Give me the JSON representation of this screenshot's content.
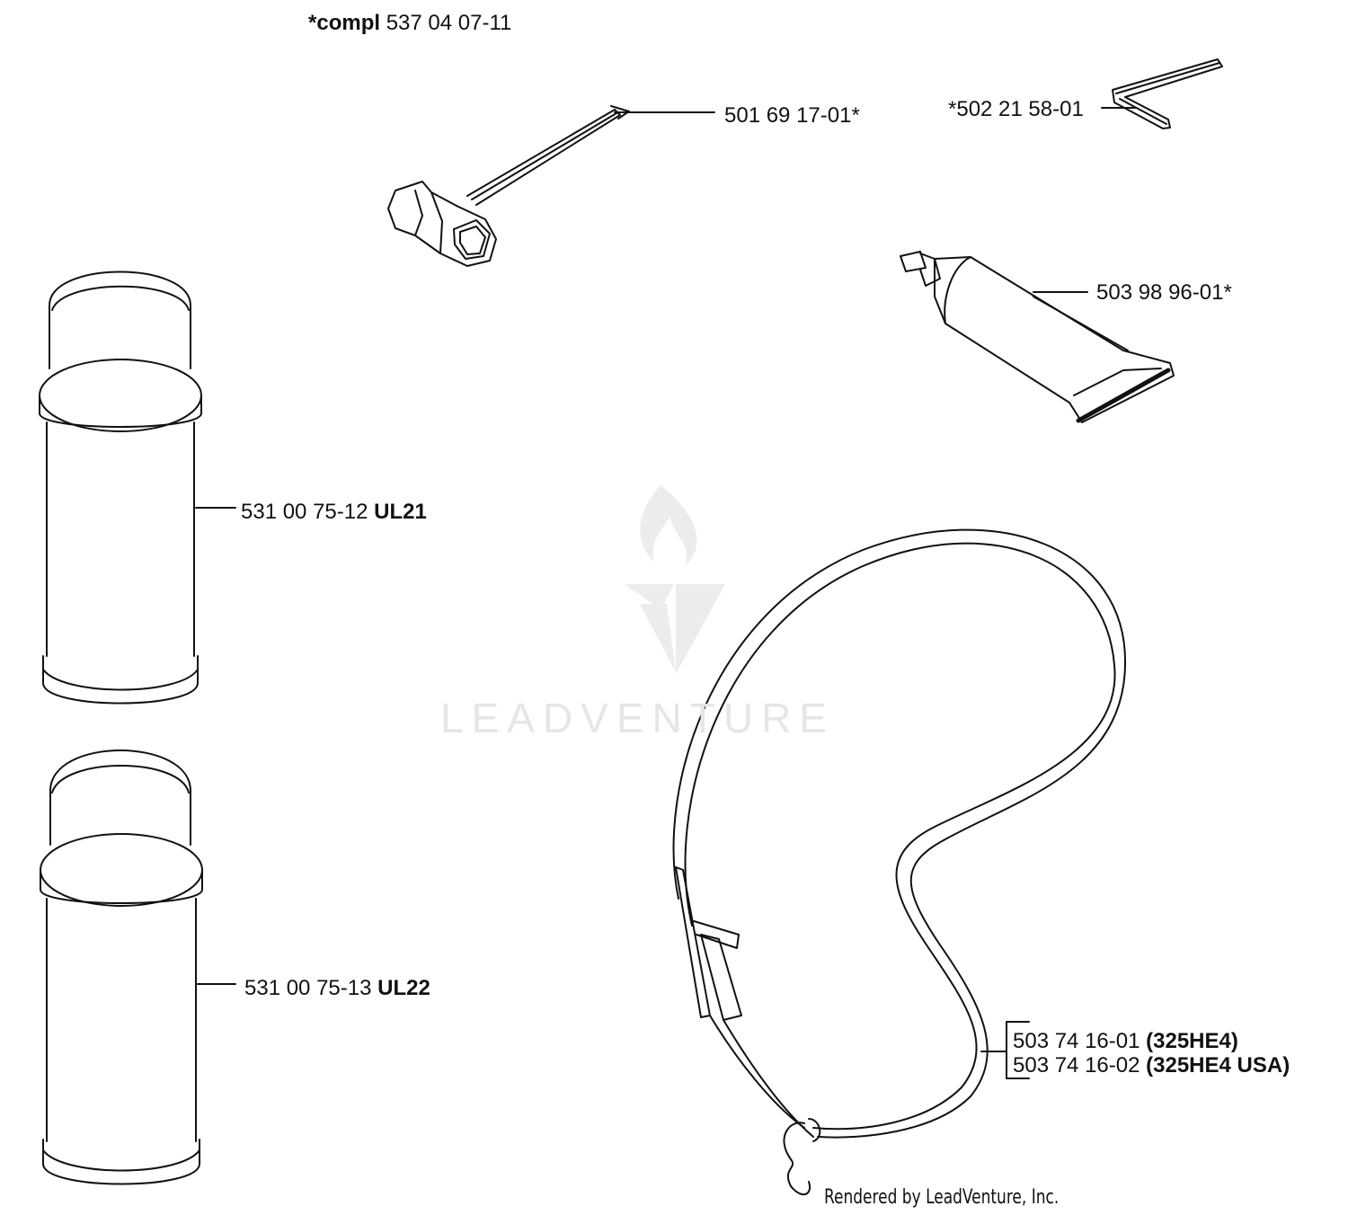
{
  "header": {
    "prefix": "*compl",
    "number": "537 04 07-11"
  },
  "parts": {
    "spark_wrench": {
      "number": "501 69 17-01*"
    },
    "hex_key": {
      "number": "*502 21 58-01"
    },
    "grease_tube": {
      "number": "503 98 96-01*"
    },
    "spray_can_1": {
      "number": "531 00 75-12",
      "code": "UL21"
    },
    "spray_can_2": {
      "number": "531 00 75-13",
      "code": "UL22"
    },
    "harness_1": {
      "number": "503 74 16-01",
      "model": "(325HE4)"
    },
    "harness_2": {
      "number": "503 74 16-02",
      "model": "(325HE4 USA)"
    }
  },
  "watermark": {
    "text": "LEADVENTURE"
  },
  "footer": {
    "credit": "Rendered by LeadVenture, Inc."
  }
}
